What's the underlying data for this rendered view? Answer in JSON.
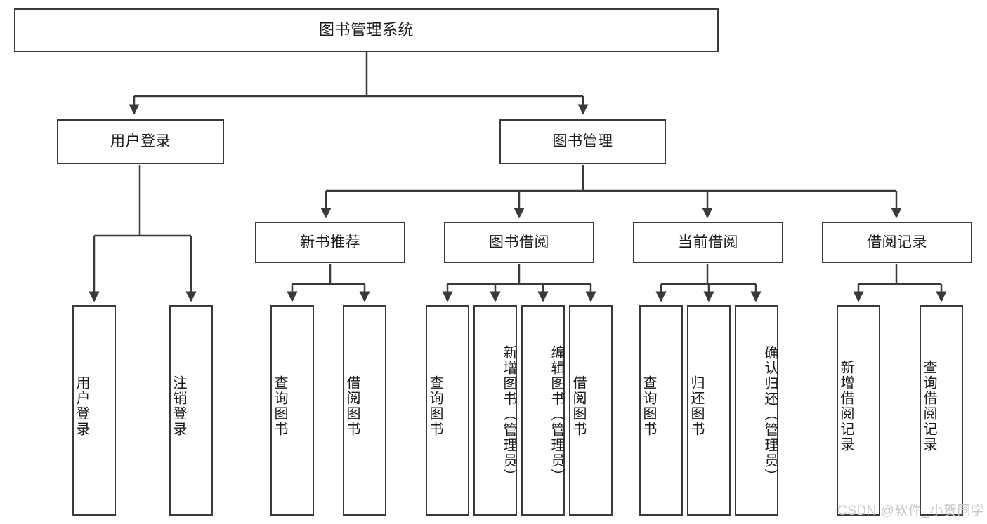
{
  "diagram": {
    "title": "图书管理系统",
    "type": "hierarchy-tree",
    "root": {
      "label": "图书管理系统",
      "id": "root"
    },
    "level2": [
      {
        "id": "user-login",
        "label": "用户登录"
      },
      {
        "id": "book-management",
        "label": "图书管理"
      }
    ],
    "level3": [
      {
        "id": "new-book-recommend",
        "label": "新书推荐",
        "parent": "book-management"
      },
      {
        "id": "book-borrow",
        "label": "图书借阅",
        "parent": "book-management"
      },
      {
        "id": "current-borrow",
        "label": "当前借阅",
        "parent": "book-management"
      },
      {
        "id": "borrow-record",
        "label": "借阅记录",
        "parent": "book-management"
      }
    ],
    "leaves": [
      {
        "id": "leaf-user-login",
        "label": "用户登录",
        "parent": "user-login"
      },
      {
        "id": "leaf-logout-login",
        "label": "注销登录",
        "parent": "user-login"
      },
      {
        "id": "leaf-query-book-1",
        "label": "查询图书",
        "parent": "new-book-recommend"
      },
      {
        "id": "leaf-borrow-book-1",
        "label": "借阅图书",
        "parent": "new-book-recommend"
      },
      {
        "id": "leaf-query-book-2",
        "label": "查询图书",
        "parent": "book-borrow"
      },
      {
        "id": "leaf-add-book",
        "label": "新增图书（管理员）",
        "parent": "book-borrow"
      },
      {
        "id": "leaf-edit-book",
        "label": "编辑图书（管理员）",
        "parent": "book-borrow"
      },
      {
        "id": "leaf-borrow-book-2",
        "label": "借阅图书",
        "parent": "book-borrow"
      },
      {
        "id": "leaf-query-book-3",
        "label": "查询图书",
        "parent": "current-borrow"
      },
      {
        "id": "leaf-return-book",
        "label": "归还图书",
        "parent": "current-borrow"
      },
      {
        "id": "leaf-confirm-return",
        "label": "确认归还（管理员）",
        "parent": "current-borrow"
      },
      {
        "id": "leaf-add-record",
        "label": "新增借阅记录",
        "parent": "borrow-record"
      },
      {
        "id": "leaf-query-record",
        "label": "查询借阅记录",
        "parent": "borrow-record"
      }
    ]
  },
  "watermark": {
    "text": "CSDN @软件_小贺同学"
  },
  "colors": {
    "stroke": "#3a3a3a",
    "box_fill": "#ffffff",
    "text": "#1a1a1a",
    "watermark": "#c9c9c9",
    "background": "#ffffff"
  }
}
